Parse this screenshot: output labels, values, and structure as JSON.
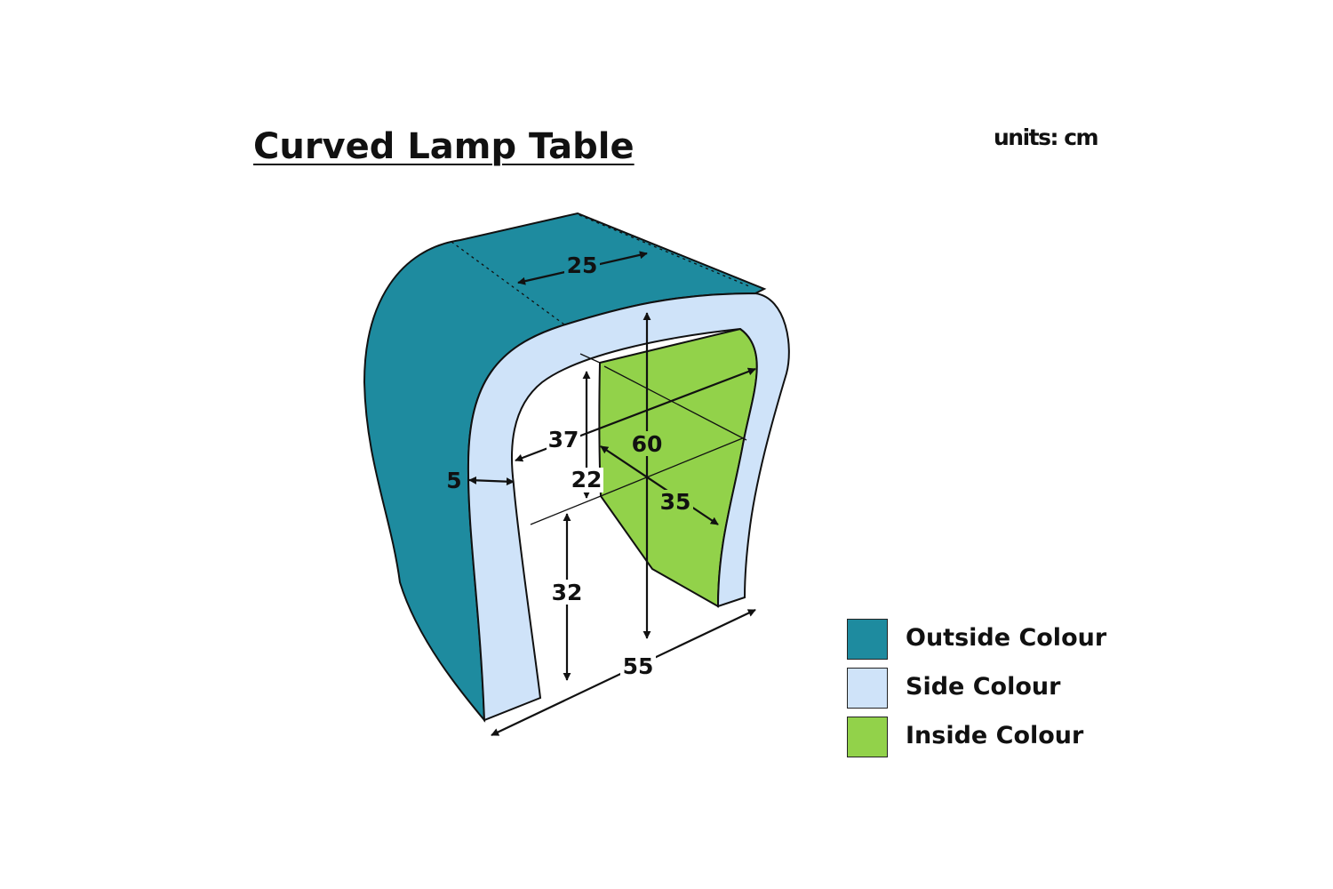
{
  "title": "Curved Lamp Table",
  "units": "units: cm",
  "colors": {
    "outside": "#1e8b9f",
    "side": "#cfe3f9",
    "inside": "#92d24a",
    "line": "#111111"
  },
  "dimensions": {
    "top_depth": "25",
    "height": "60",
    "inner_width": "37",
    "inner_depth": "35",
    "inner_top_gap": "22",
    "thickness": "5",
    "leg_height": "32",
    "width": "55"
  },
  "legend": [
    {
      "label": "Outside Colour",
      "color": "#1e8b9f"
    },
    {
      "label": "Side Colour",
      "color": "#cfe3f9"
    },
    {
      "label": "Inside Colour",
      "color": "#92d24a"
    }
  ]
}
